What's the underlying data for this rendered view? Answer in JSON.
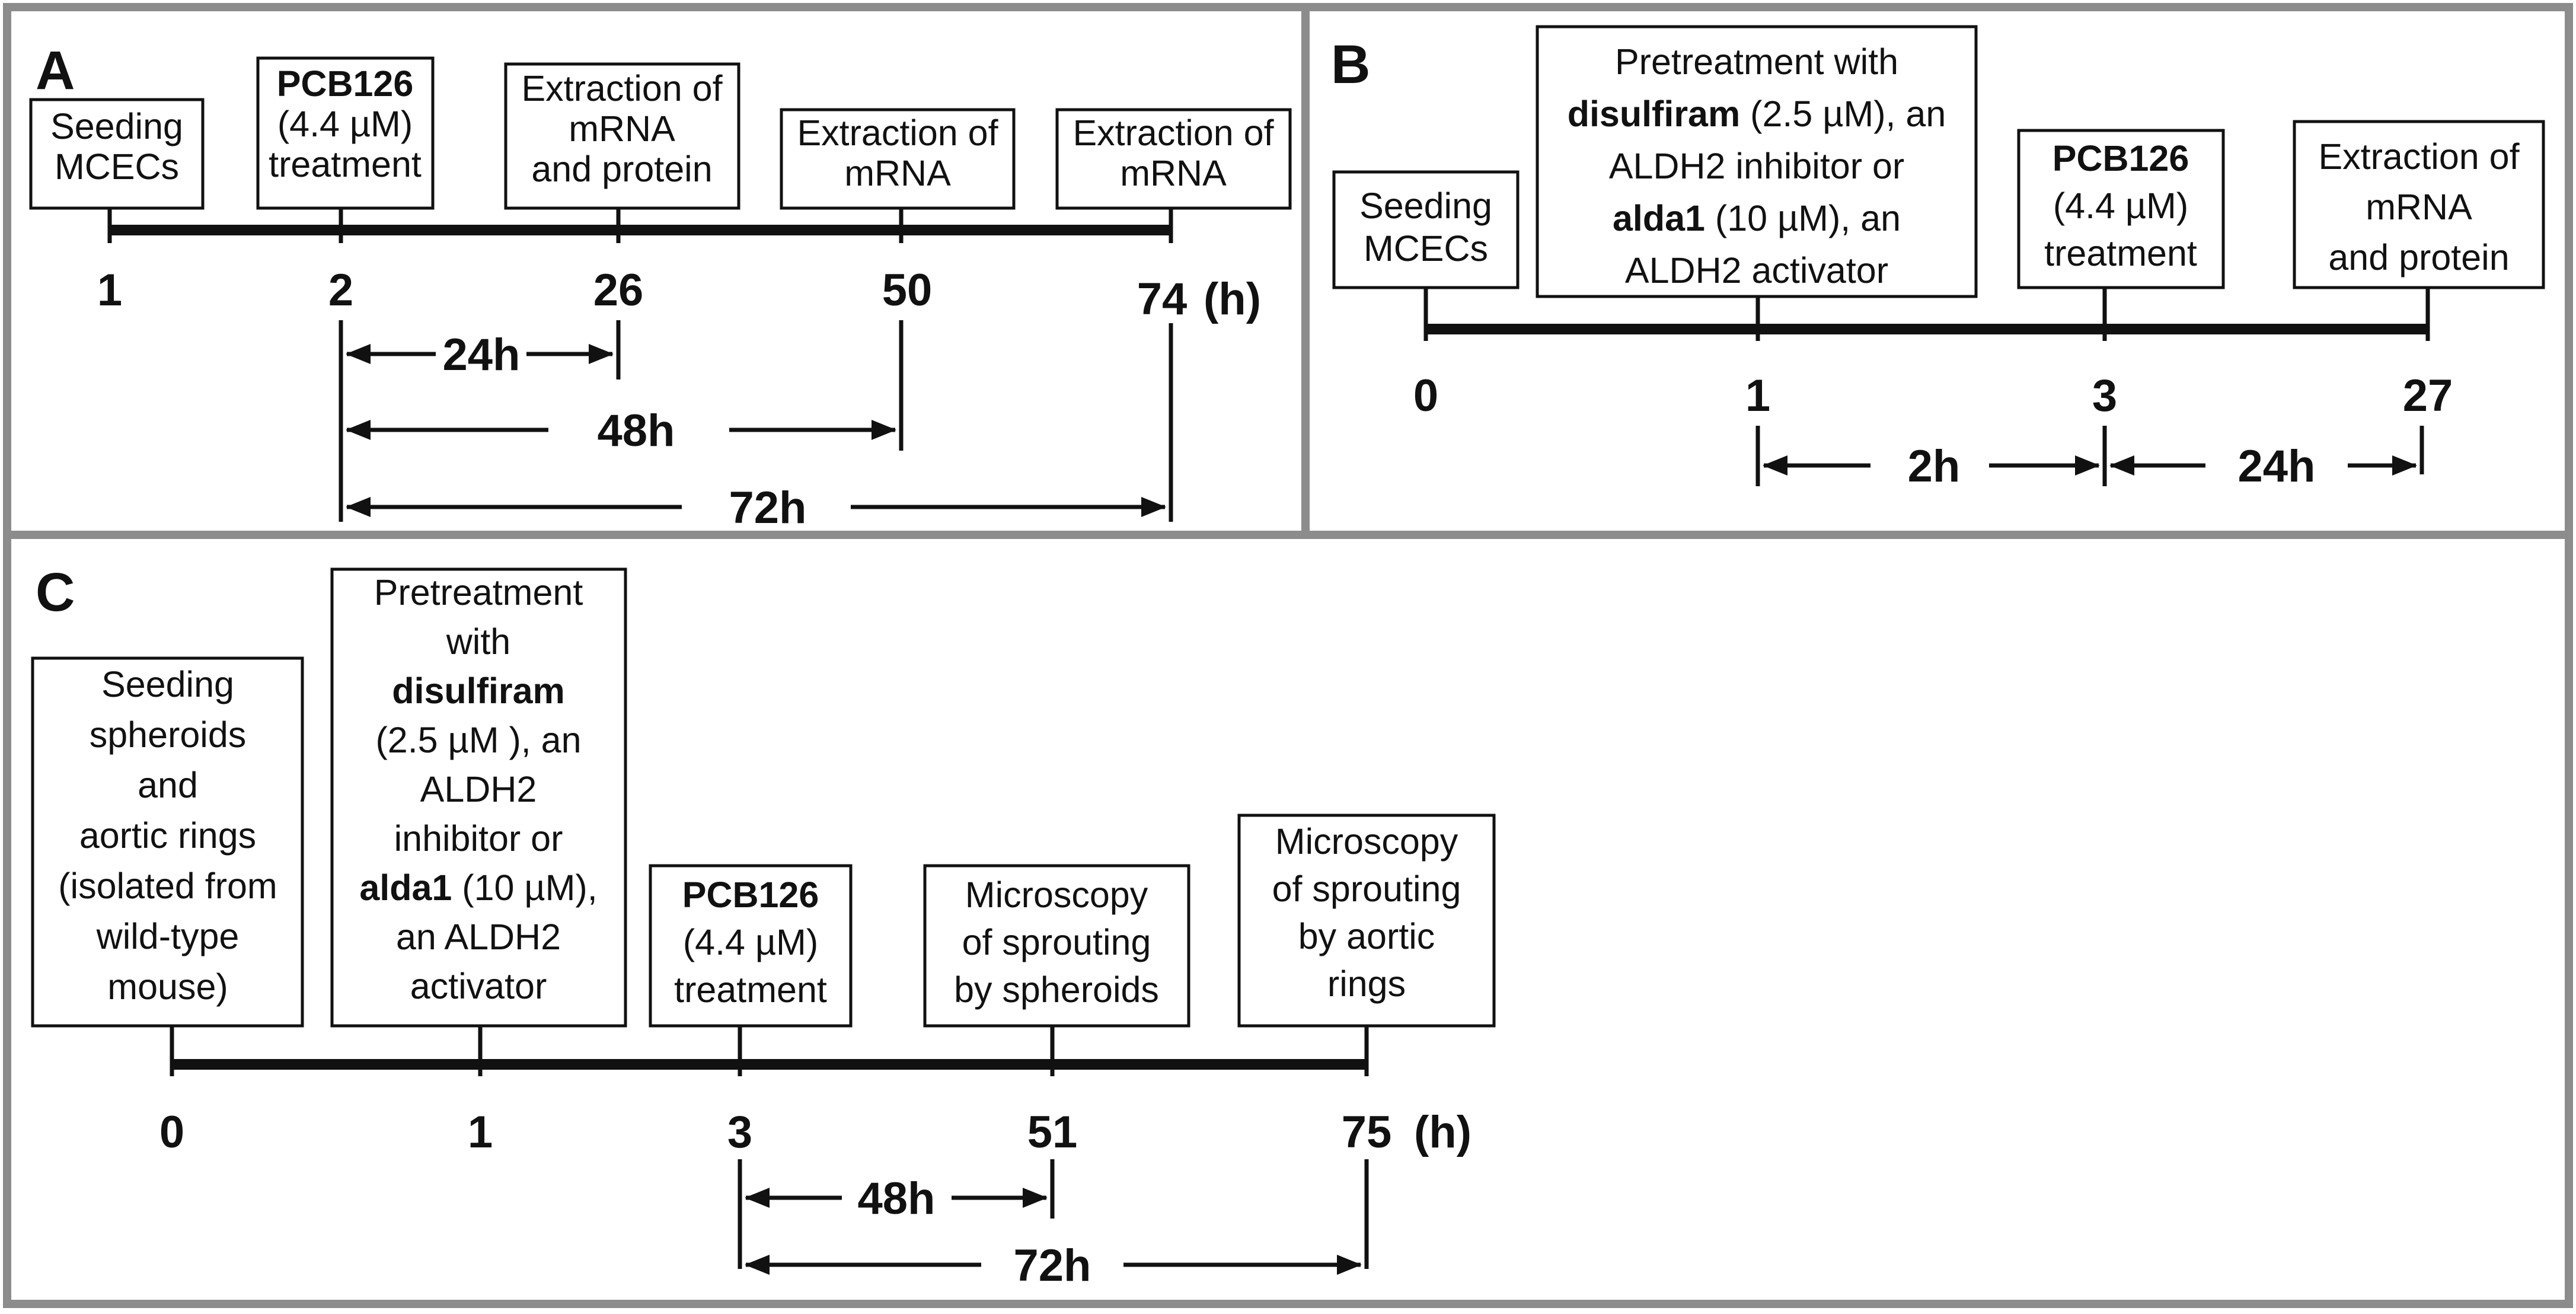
{
  "panels": {
    "a": {
      "label": "A",
      "boxes": [
        {
          "lines": [
            [
              {
                "t": "Seeding"
              }
            ],
            [
              {
                "t": "MCECs"
              }
            ]
          ]
        },
        {
          "lines": [
            [
              {
                "t": "PCB126",
                "b": true
              }
            ],
            [
              {
                "t": "(4.4 µM)"
              }
            ],
            [
              {
                "t": "treatment"
              }
            ]
          ]
        },
        {
          "lines": [
            [
              {
                "t": "Extraction of"
              }
            ],
            [
              {
                "t": "mRNA"
              }
            ],
            [
              {
                "t": "and protein"
              }
            ]
          ]
        },
        {
          "lines": [
            [
              {
                "t": "Extraction of"
              }
            ],
            [
              {
                "t": "mRNA"
              }
            ]
          ]
        },
        {
          "lines": [
            [
              {
                "t": "Extraction of"
              }
            ],
            [
              {
                "t": "mRNA"
              }
            ]
          ]
        }
      ],
      "ticks": [
        "1",
        "2",
        "26",
        "50",
        "74"
      ],
      "unit": "(h)",
      "durations": [
        "24h",
        "48h",
        "72h"
      ]
    },
    "b": {
      "label": "B",
      "boxes": [
        {
          "lines": [
            [
              {
                "t": "Seeding"
              }
            ],
            [
              {
                "t": "MCECs"
              }
            ]
          ]
        },
        {
          "lines": [
            [
              {
                "t": "Pretreatment with"
              }
            ],
            [
              {
                "t": "disulfiram",
                "b": true
              },
              {
                "t": " (2.5 µM), an"
              }
            ],
            [
              {
                "t": "ALDH2 inhibitor or"
              }
            ],
            [
              {
                "t": "alda1",
                "b": true
              },
              {
                "t": " (10 µM), an"
              }
            ],
            [
              {
                "t": "ALDH2 activator"
              }
            ]
          ]
        },
        {
          "lines": [
            [
              {
                "t": "PCB126",
                "b": true
              }
            ],
            [
              {
                "t": "(4.4 µM)"
              }
            ],
            [
              {
                "t": "treatment"
              }
            ]
          ]
        },
        {
          "lines": [
            [
              {
                "t": "Extraction of"
              }
            ],
            [
              {
                "t": "mRNA"
              }
            ],
            [
              {
                "t": "and protein"
              }
            ]
          ]
        }
      ],
      "ticks": [
        "0",
        "1",
        "3",
        "27"
      ],
      "durations": [
        "2h",
        "24h"
      ]
    },
    "c": {
      "label": "C",
      "boxes": [
        {
          "lines": [
            [
              {
                "t": "Seeding"
              }
            ],
            [
              {
                "t": "spheroids"
              }
            ],
            [
              {
                "t": "and"
              }
            ],
            [
              {
                "t": "aortic rings"
              }
            ],
            [
              {
                "t": "(isolated from"
              }
            ],
            [
              {
                "t": "wild-type"
              }
            ],
            [
              {
                "t": "mouse)"
              }
            ]
          ]
        },
        {
          "lines": [
            [
              {
                "t": "Pretreatment"
              }
            ],
            [
              {
                "t": "with"
              }
            ],
            [
              {
                "t": "disulfiram",
                "b": true
              }
            ],
            [
              {
                "t": "(2.5 µM ), an"
              }
            ],
            [
              {
                "t": "ALDH2"
              }
            ],
            [
              {
                "t": "inhibitor or"
              }
            ],
            [
              {
                "t": "alda1",
                "b": true
              },
              {
                "t": " (10 µM),"
              }
            ],
            [
              {
                "t": "an ALDH2"
              }
            ],
            [
              {
                "t": "activator"
              }
            ]
          ]
        },
        {
          "lines": [
            [
              {
                "t": "PCB126",
                "b": true
              }
            ],
            [
              {
                "t": "(4.4 µM)"
              }
            ],
            [
              {
                "t": "treatment"
              }
            ]
          ]
        },
        {
          "lines": [
            [
              {
                "t": "Microscopy"
              }
            ],
            [
              {
                "t": "of sprouting"
              }
            ],
            [
              {
                "t": "by spheroids"
              }
            ]
          ]
        },
        {
          "lines": [
            [
              {
                "t": "Microscopy"
              }
            ],
            [
              {
                "t": "of sprouting"
              }
            ],
            [
              {
                "t": "by aortic"
              }
            ],
            [
              {
                "t": "rings"
              }
            ]
          ]
        }
      ],
      "ticks": [
        "0",
        "1",
        "3",
        "51",
        "75"
      ],
      "unit": "(h)",
      "durations": [
        "48h",
        "72h"
      ]
    }
  }
}
